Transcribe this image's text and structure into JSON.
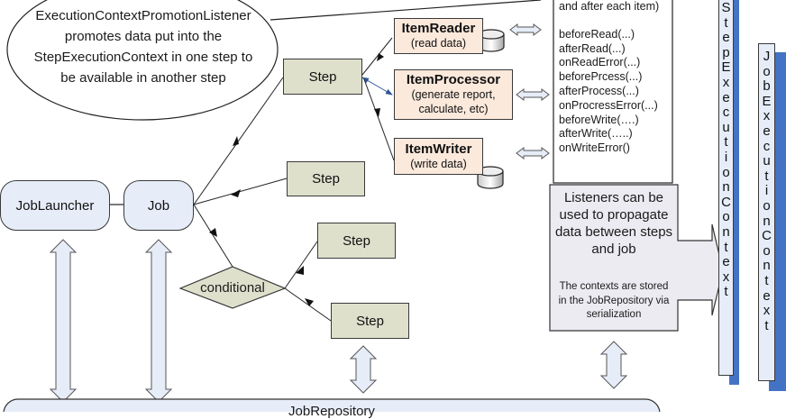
{
  "callout": {
    "lines": [
      "ExecutionContextPromotionListener",
      "promotes data put into the",
      "StepExecutionContext in one step to",
      "be available in another step"
    ]
  },
  "nodes": {
    "job_launcher": "JobLauncher",
    "job": "Job",
    "step_main": "Step",
    "step_second": "Step",
    "step_cond_a": "Step",
    "step_cond_b": "Step",
    "conditional": "conditional",
    "job_repository": "JobRepository"
  },
  "items": {
    "reader": {
      "title": "ItemReader",
      "subtitle": "(read data)"
    },
    "processor": {
      "title": "ItemProcessor",
      "subtitle_lines": [
        "(generate report,",
        "calculate, etc)"
      ]
    },
    "writer": {
      "title": "ItemWriter",
      "subtitle": "(write data)"
    }
  },
  "listener_methods": {
    "header": "and after each item)",
    "methods": [
      "beforeRead(...)",
      "afterRead(...)",
      "onReadError(...)",
      "beforePrcess(...)",
      "afterProcess(...)",
      "onProcressError(...)",
      "beforeWrite(….)",
      "afterWrite(…..)",
      "onWriteError()"
    ]
  },
  "listeners_note": {
    "main_lines": [
      "Listeners can be",
      "used to propagate",
      "data between steps",
      "and job"
    ],
    "detail_lines": [
      "The contexts are stored",
      "in the JobRepository via",
      "serialization"
    ]
  },
  "contexts": {
    "step_execution_context": "StepExecutionContext",
    "job_execution_context": "JobExecutionContext"
  },
  "colors": {
    "step_fill": "#dfe0cc",
    "item_fill": "#fbe9dc",
    "rounded_fill": "#e6edf8",
    "context_shadow": "#4472c4",
    "processor_link": "#2f5597"
  }
}
